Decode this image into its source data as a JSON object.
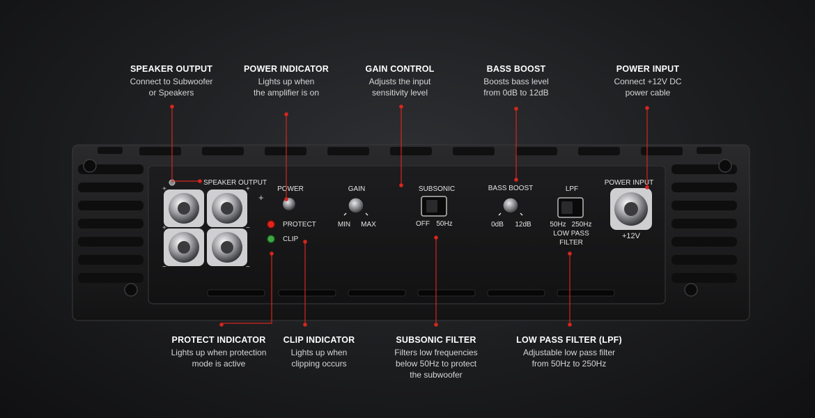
{
  "callouts_top": [
    {
      "title": "SPEAKER OUTPUT",
      "desc": [
        "Connect to Subwoofer",
        "or Speakers"
      ]
    },
    {
      "title": "POWER INDICATOR",
      "desc": [
        "Lights up when",
        "the amplifier is on"
      ]
    },
    {
      "title": "GAIN CONTROL",
      "desc": [
        "Adjusts the input",
        "sensitivity level"
      ]
    },
    {
      "title": "BASS BOOST",
      "desc": [
        "Boosts bass level",
        "from 0dB to 12dB"
      ]
    },
    {
      "title": "POWER INPUT",
      "desc": [
        "Connect +12V DC",
        "power cable"
      ]
    }
  ],
  "callouts_bottom": [
    {
      "title": "PROTECT INDICATOR",
      "desc": [
        "Lights up when protection",
        "mode is active"
      ]
    },
    {
      "title": "CLIP INDICATOR",
      "desc": [
        "Lights up when",
        "clipping occurs"
      ]
    },
    {
      "title": "SUBSONIC FILTER",
      "desc": [
        "Filters low frequencies",
        "below 50Hz to protect",
        "the subwoofer"
      ]
    },
    {
      "title": "LOW PASS FILTER  (LPF)",
      "desc": [
        "Adjustable low pass filter",
        "from 50Hz to 250Hz"
      ]
    }
  ],
  "panel": {
    "speaker_output": "SPEAKER OUTPUT",
    "plus": "+",
    "minus": "−",
    "power": "POWER",
    "protect": "PROTECT",
    "clip": "CLIP",
    "gain": "GAIN",
    "gain_min": "MIN",
    "gain_max": "MAX",
    "subsonic": "SUBSONIC",
    "subsonic_off": "OFF",
    "subsonic_50": "50Hz",
    "bass_boost": "BASS BOOST",
    "bass_0": "0dB",
    "bass_12": "12dB",
    "lpf": "LPF",
    "lpf_50": "50Hz",
    "lpf_250": "250Hz",
    "lpf_label_1": "LOW PASS",
    "lpf_label_2": "FILTER",
    "power_input": "POWER INPUT",
    "v12": "+12V"
  },
  "colors": {
    "accent_red": "#d7261e",
    "led_red": "#e0241b",
    "led_green": "#3fa844",
    "chassis": "#1a1a1b"
  }
}
